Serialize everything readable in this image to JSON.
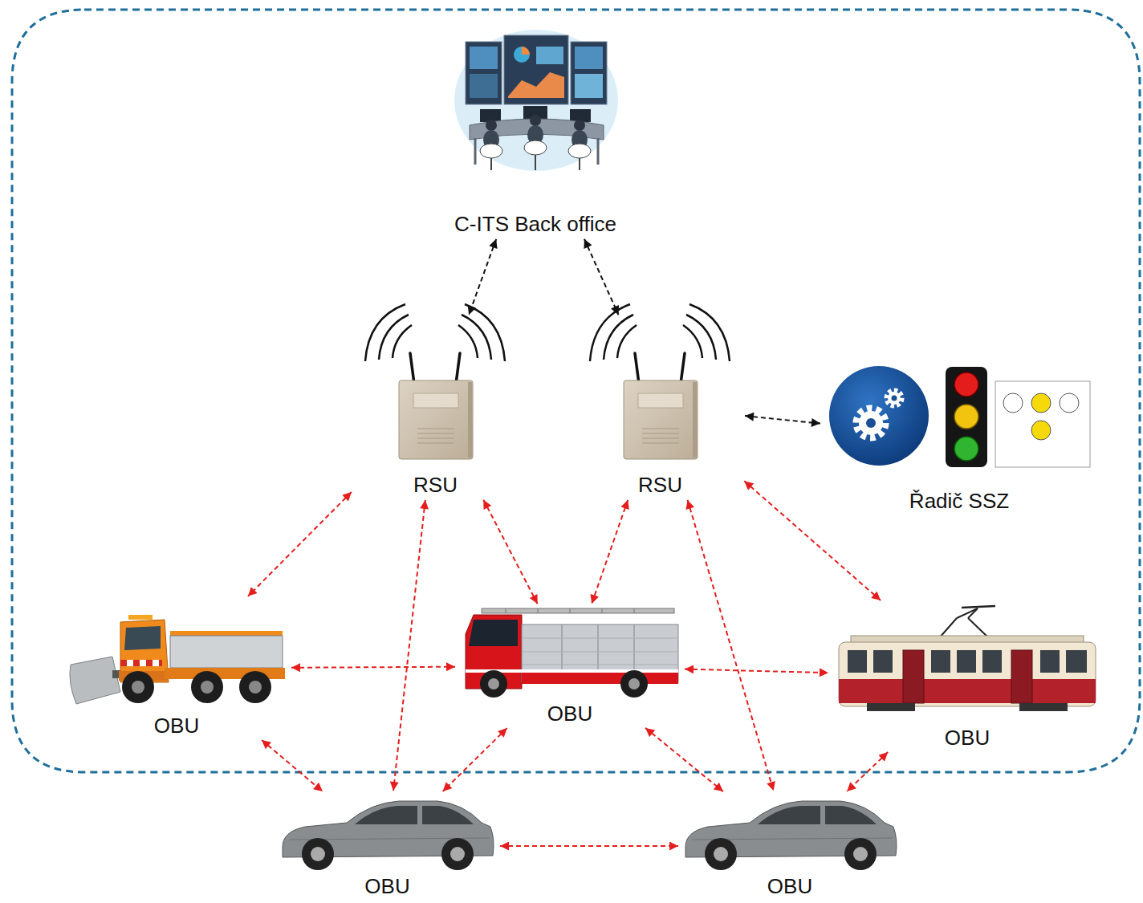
{
  "diagram": {
    "nodes": [
      {
        "text": [
          "C-ITS Back office"
        ]
      },
      {
        "text": [
          "RSU"
        ]
      },
      {
        "text": [
          "RSU"
        ]
      },
      {
        "text": [
          "Řadič SSZ"
        ]
      },
      {
        "text": [
          "OBU"
        ]
      },
      {
        "text": [
          "OBU"
        ]
      },
      {
        "text": [
          "OBU"
        ]
      },
      {
        "text": [
          "OBU"
        ]
      },
      {
        "text": [
          "OBU"
        ]
      }
    ],
    "edges": [
      {
        "from": 0,
        "to": 1,
        "arrow": "both"
      },
      {
        "from": 0,
        "to": 2,
        "arrow": "both"
      },
      {
        "from": 2,
        "to": 3,
        "arrow": "both"
      },
      {
        "from": 1,
        "to": 4,
        "arrow": "both"
      },
      {
        "from": 1,
        "to": 5,
        "arrow": "both"
      },
      {
        "from": 1,
        "to": 7,
        "arrow": "both"
      },
      {
        "from": 2,
        "to": 5,
        "arrow": "both"
      },
      {
        "from": 2,
        "to": 8,
        "arrow": "both"
      },
      {
        "from": 2,
        "to": 6,
        "arrow": "both"
      },
      {
        "from": 4,
        "to": 5,
        "arrow": "both"
      },
      {
        "from": 5,
        "to": 6,
        "arrow": "both"
      },
      {
        "from": 4,
        "to": 7,
        "arrow": "both"
      },
      {
        "from": 5,
        "to": 7,
        "arrow": "both"
      },
      {
        "from": 5,
        "to": 8,
        "arrow": "both"
      },
      {
        "from": 7,
        "to": 8,
        "arrow": "both"
      },
      {
        "from": 6,
        "to": 8,
        "arrow": "both"
      }
    ]
  }
}
